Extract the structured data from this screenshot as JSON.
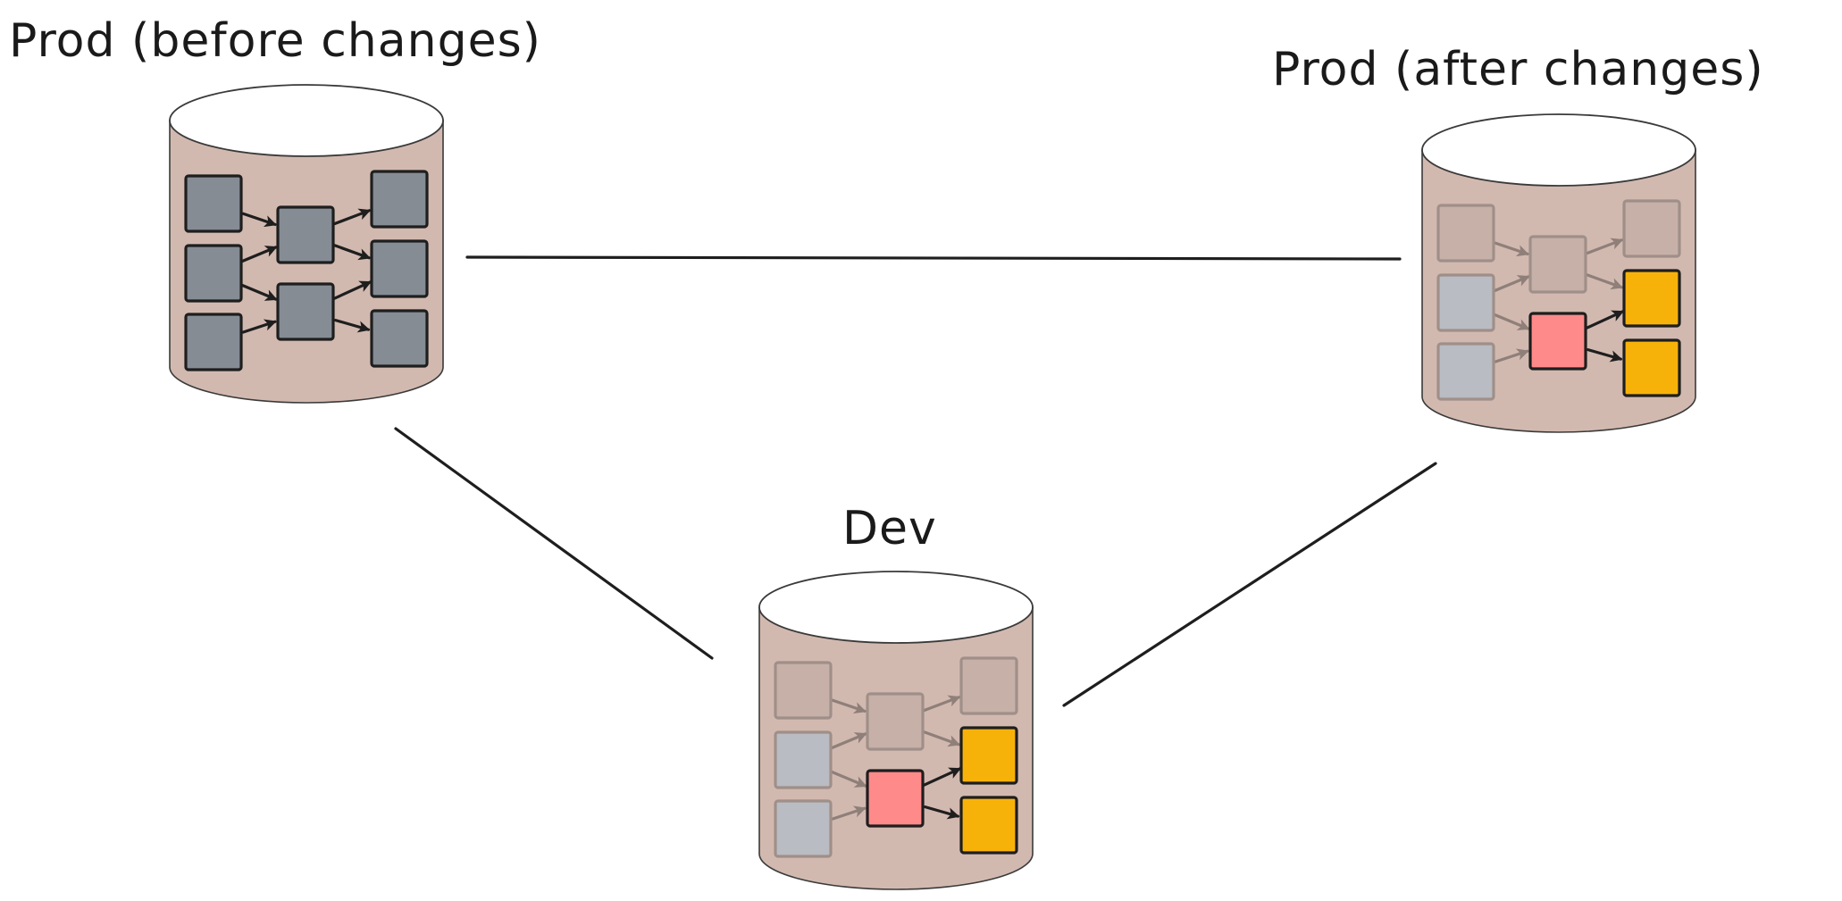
{
  "labels": {
    "prod_before": "Prod (before changes)",
    "prod_after": "Prod (after changes)",
    "dev": "Dev"
  },
  "colors": {
    "cylinder_fill": "#d2b9b0",
    "cylinder_top": "#ffffff",
    "outline": "#1e1e1e",
    "node_gray": "#858c94",
    "node_faded_brown": "#c6b0a8",
    "node_faded_blue": "#b9bcc2",
    "node_changed_red": "#ff8a8a",
    "node_changed_orange": "#f7b20a",
    "faded_stroke": "#a08f89"
  },
  "databases": [
    {
      "id": "prod-before",
      "label_key": "prod_before",
      "nodes": [
        "gray",
        "gray",
        "gray",
        "gray",
        "gray",
        "gray",
        "gray",
        "gray"
      ],
      "edges": [
        "solid",
        "solid",
        "solid",
        "solid",
        "solid",
        "solid",
        "solid",
        "solid"
      ]
    },
    {
      "id": "prod-after",
      "label_key": "prod_after",
      "nodes": [
        "faded_brown",
        "faded_blue",
        "faded_blue",
        "faded_brown",
        "changed_red",
        "faded_brown",
        "changed_orange",
        "changed_orange"
      ],
      "edges": [
        "faded",
        "faded",
        "faded",
        "faded",
        "faded",
        "faded",
        "solid",
        "solid"
      ]
    },
    {
      "id": "dev",
      "label_key": "dev",
      "nodes": [
        "faded_brown",
        "faded_blue",
        "faded_blue",
        "faded_brown",
        "changed_red",
        "faded_brown",
        "changed_orange",
        "changed_orange"
      ],
      "edges": [
        "faded",
        "faded",
        "faded",
        "faded",
        "faded",
        "faded",
        "solid",
        "solid"
      ]
    }
  ]
}
